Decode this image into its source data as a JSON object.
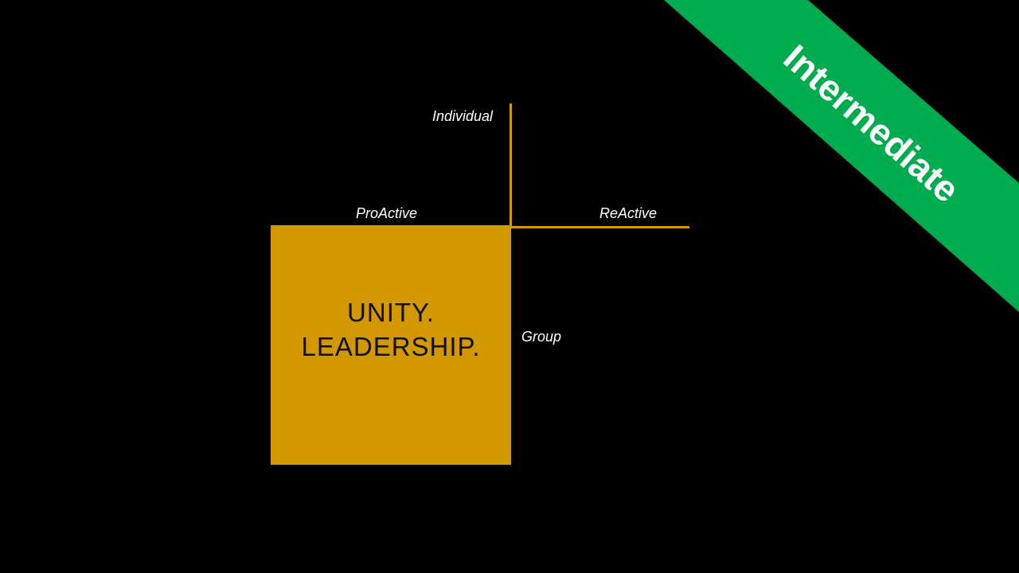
{
  "axes": {
    "top": "Individual",
    "bottom": "Group",
    "left": "ProActive",
    "right": "ReActive"
  },
  "quadrant": {
    "line1": "UNITY.",
    "line2": "LEADERSHIP."
  },
  "badge": {
    "label": "Intermediate",
    "color": "#00ac4e"
  },
  "colors": {
    "accent": "#d39800",
    "background": "#000000"
  }
}
